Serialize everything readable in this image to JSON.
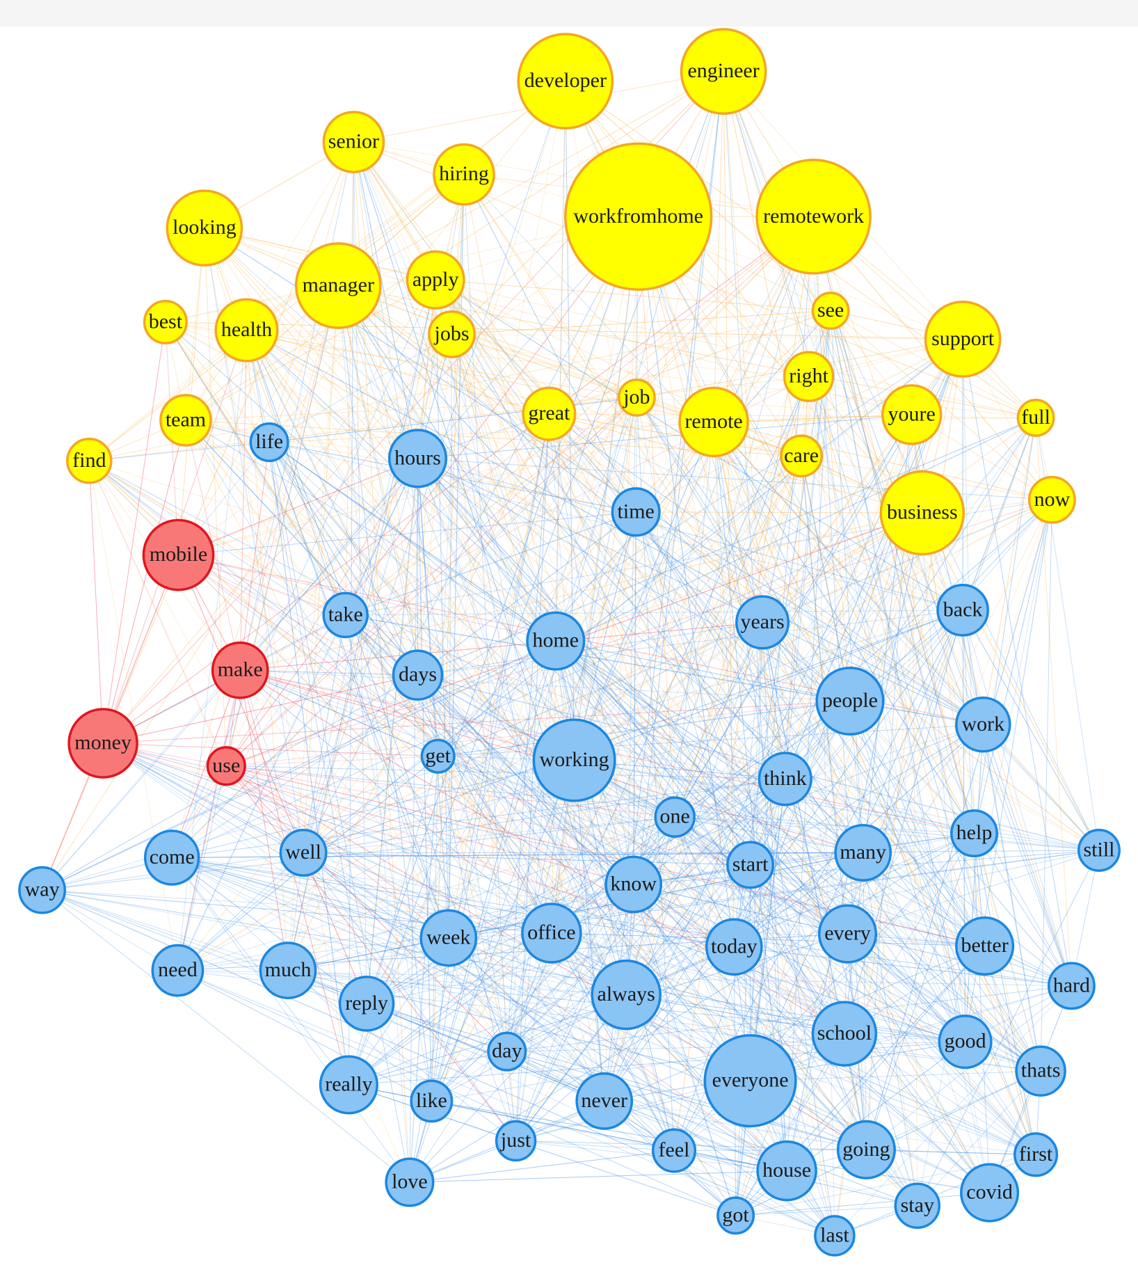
{
  "colors": {
    "yellow": {
      "fill": "#ffff00",
      "stroke": "#f5a623",
      "edge": "#f7b24a"
    },
    "blue": {
      "fill": "#89c4f4",
      "stroke": "#1b87e0",
      "edge": "#3d8ee8"
    },
    "red": {
      "fill": "#f87878",
      "stroke": "#e0161e",
      "edge": "#ee3f55"
    }
  },
  "nodes": [
    {
      "id": "developer",
      "group": "yellow"
    },
    {
      "id": "engineer",
      "group": "yellow"
    },
    {
      "id": "senior",
      "group": "yellow"
    },
    {
      "id": "hiring",
      "group": "yellow"
    },
    {
      "id": "workfromhome",
      "group": "yellow"
    },
    {
      "id": "remotework",
      "group": "yellow"
    },
    {
      "id": "looking",
      "group": "yellow"
    },
    {
      "id": "apply",
      "group": "yellow"
    },
    {
      "id": "manager",
      "group": "yellow"
    },
    {
      "id": "best",
      "group": "yellow"
    },
    {
      "id": "health",
      "group": "yellow"
    },
    {
      "id": "jobs",
      "group": "yellow"
    },
    {
      "id": "see",
      "group": "yellow"
    },
    {
      "id": "support",
      "group": "yellow"
    },
    {
      "id": "right",
      "group": "yellow"
    },
    {
      "id": "job",
      "group": "yellow"
    },
    {
      "id": "team",
      "group": "yellow"
    },
    {
      "id": "great",
      "group": "yellow"
    },
    {
      "id": "remote",
      "group": "yellow"
    },
    {
      "id": "youre",
      "group": "yellow"
    },
    {
      "id": "full",
      "group": "yellow"
    },
    {
      "id": "find",
      "group": "yellow"
    },
    {
      "id": "care",
      "group": "yellow"
    },
    {
      "id": "business",
      "group": "yellow"
    },
    {
      "id": "now",
      "group": "yellow"
    },
    {
      "id": "life",
      "group": "blue"
    },
    {
      "id": "hours",
      "group": "blue"
    },
    {
      "id": "time",
      "group": "blue"
    },
    {
      "id": "mobile",
      "group": "red"
    },
    {
      "id": "take",
      "group": "blue"
    },
    {
      "id": "back",
      "group": "blue"
    },
    {
      "id": "home",
      "group": "blue"
    },
    {
      "id": "years",
      "group": "blue"
    },
    {
      "id": "make",
      "group": "red"
    },
    {
      "id": "days",
      "group": "blue"
    },
    {
      "id": "people",
      "group": "blue"
    },
    {
      "id": "work",
      "group": "blue"
    },
    {
      "id": "money",
      "group": "red"
    },
    {
      "id": "get",
      "group": "blue"
    },
    {
      "id": "working",
      "group": "blue"
    },
    {
      "id": "use",
      "group": "red"
    },
    {
      "id": "think",
      "group": "blue"
    },
    {
      "id": "one",
      "group": "blue"
    },
    {
      "id": "help",
      "group": "blue"
    },
    {
      "id": "still",
      "group": "blue"
    },
    {
      "id": "come",
      "group": "blue"
    },
    {
      "id": "well",
      "group": "blue"
    },
    {
      "id": "many",
      "group": "blue"
    },
    {
      "id": "start",
      "group": "blue"
    },
    {
      "id": "way",
      "group": "blue"
    },
    {
      "id": "know",
      "group": "blue"
    },
    {
      "id": "office",
      "group": "blue"
    },
    {
      "id": "every",
      "group": "blue"
    },
    {
      "id": "week",
      "group": "blue"
    },
    {
      "id": "today",
      "group": "blue"
    },
    {
      "id": "better",
      "group": "blue"
    },
    {
      "id": "need",
      "group": "blue"
    },
    {
      "id": "much",
      "group": "blue"
    },
    {
      "id": "always",
      "group": "blue"
    },
    {
      "id": "hard",
      "group": "blue"
    },
    {
      "id": "reply",
      "group": "blue"
    },
    {
      "id": "school",
      "group": "blue"
    },
    {
      "id": "good",
      "group": "blue"
    },
    {
      "id": "day",
      "group": "blue"
    },
    {
      "id": "thats",
      "group": "blue"
    },
    {
      "id": "really",
      "group": "blue"
    },
    {
      "id": "everyone",
      "group": "blue"
    },
    {
      "id": "like",
      "group": "blue"
    },
    {
      "id": "never",
      "group": "blue"
    },
    {
      "id": "just",
      "group": "blue"
    },
    {
      "id": "feel",
      "group": "blue"
    },
    {
      "id": "going",
      "group": "blue"
    },
    {
      "id": "first",
      "group": "blue"
    },
    {
      "id": "house",
      "group": "blue"
    },
    {
      "id": "love",
      "group": "blue"
    },
    {
      "id": "covid",
      "group": "blue"
    },
    {
      "id": "stay",
      "group": "blue"
    },
    {
      "id": "got",
      "group": "blue"
    },
    {
      "id": "last",
      "group": "blue"
    }
  ]
}
